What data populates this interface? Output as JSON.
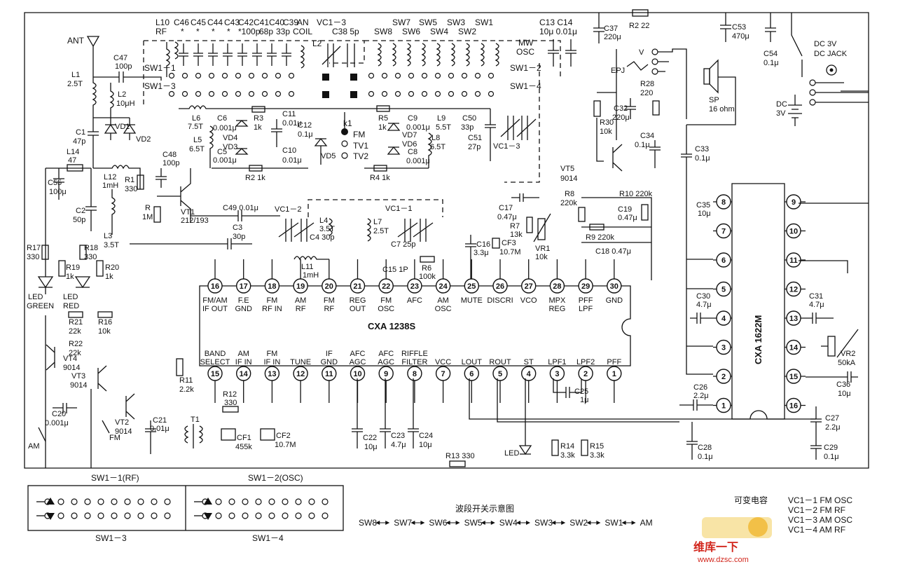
{
  "ic1": {
    "name": "CXA 1238S",
    "pins_top": [
      {
        "n": "16",
        "label": [
          "FM/AM",
          "IF OUT"
        ]
      },
      {
        "n": "17",
        "label": [
          "F.E",
          "GND"
        ]
      },
      {
        "n": "18",
        "label": [
          "FM",
          "RF IN"
        ]
      },
      {
        "n": "19",
        "label": [
          "AM",
          "RF"
        ]
      },
      {
        "n": "20",
        "label": [
          "FM",
          "RF"
        ]
      },
      {
        "n": "21",
        "label": [
          "REG",
          "OUT"
        ]
      },
      {
        "n": "22",
        "label": [
          "FM",
          "OSC"
        ]
      },
      {
        "n": "23",
        "label": [
          "AFC"
        ]
      },
      {
        "n": "24",
        "label": [
          "AM",
          "OSC"
        ]
      },
      {
        "n": "25",
        "label": [
          "MUTE"
        ]
      },
      {
        "n": "26",
        "label": [
          "DISCRI"
        ]
      },
      {
        "n": "27",
        "label": [
          "VCO"
        ]
      },
      {
        "n": "28",
        "label": [
          "MPX",
          "REG"
        ]
      },
      {
        "n": "29",
        "label": [
          "PFF",
          "LPF"
        ]
      },
      {
        "n": "30",
        "label": [
          "GND"
        ]
      }
    ],
    "pins_bottom": [
      {
        "n": "15",
        "label": [
          "BAND",
          "SELECT"
        ]
      },
      {
        "n": "14",
        "label": [
          "AM",
          "IF IN"
        ]
      },
      {
        "n": "13",
        "label": [
          "FM",
          "IF IN"
        ]
      },
      {
        "n": "12",
        "label": [
          "TUNE"
        ]
      },
      {
        "n": "11",
        "label": [
          "IF",
          "GND"
        ]
      },
      {
        "n": "10",
        "label": [
          "AFC",
          "AGC"
        ]
      },
      {
        "n": "9",
        "label": [
          "AFC",
          "AGC"
        ]
      },
      {
        "n": "8",
        "label": [
          "RIFFLE",
          "FILTER"
        ]
      },
      {
        "n": "7",
        "label": [
          "VCC"
        ]
      },
      {
        "n": "6",
        "label": [
          "LOUT"
        ]
      },
      {
        "n": "5",
        "label": [
          "ROUT"
        ]
      },
      {
        "n": "4",
        "label": [
          "ST"
        ]
      },
      {
        "n": "3",
        "label": [
          "LPF1"
        ]
      },
      {
        "n": "2",
        "label": [
          "LPF2"
        ]
      },
      {
        "n": "1",
        "label": [
          "PFF"
        ]
      }
    ]
  },
  "ic2": {
    "name": "CXA 1622M",
    "pins_left": [
      "8",
      "7",
      "6",
      "5",
      "4",
      "3",
      "2",
      "1"
    ],
    "pins_right": [
      "9",
      "10",
      "11",
      "12",
      "13",
      "14",
      "15",
      "16"
    ]
  },
  "labels": {
    "ant": "ANT",
    "l10": [
      "L10",
      "RF"
    ],
    "caps_top": [
      "C46",
      "C45",
      "C44",
      "C43",
      "C42",
      "C41",
      "C40",
      "C39"
    ],
    "caps_top_vals": [
      "*",
      "*",
      "*",
      "*",
      "*100p",
      "68p",
      "33p"
    ],
    "an_coil": [
      "AN",
      "COIL"
    ],
    "vc13": "VC1－3",
    "c38": "C38 5p",
    "sw_top_a": [
      "SW7",
      "SW5",
      "SW3",
      "SW1"
    ],
    "sw_top_b": [
      "SW8",
      "SW6",
      "SW4",
      "SW2"
    ],
    "mw_osc": [
      "MW",
      "OSC"
    ],
    "c13c14": [
      "C13 C14",
      "10μ 0.01μ"
    ],
    "c37": [
      "C37",
      "220μ"
    ],
    "r2": "R2 22",
    "c53": [
      "C53",
      "470μ"
    ],
    "c54": [
      "C54",
      "0.1μ"
    ],
    "dc_jack": [
      "DC 3V",
      "DC JACK"
    ],
    "dc": [
      "DC",
      "3V"
    ],
    "sw11": "SW1－1",
    "sw13": "SW1－3",
    "sw12": "SW1－2",
    "sw14": "SW1－4",
    "c47": [
      "C47",
      "100p"
    ],
    "l1": [
      "L1",
      "2.5T"
    ],
    "l2": [
      "L2",
      "10μH"
    ],
    "vd1": "VD1",
    "vd2": "VD2",
    "c1": [
      "C1",
      "47p"
    ],
    "l14": [
      "L14",
      "47"
    ],
    "c55": [
      "C55",
      "100μ"
    ],
    "l12": [
      "L12",
      "1mH"
    ],
    "c2": [
      "C2",
      "50p"
    ],
    "l3": [
      "L3",
      "3.5T"
    ],
    "r1": [
      "R1",
      "330"
    ],
    "r": [
      "R",
      "1M"
    ],
    "vt1": [
      "VT1",
      "212/193"
    ],
    "c48": [
      "C48",
      "100p"
    ],
    "l6": [
      "L6",
      "7.5T"
    ],
    "l5": [
      "L5",
      "6.5T"
    ],
    "c6": [
      "C6",
      "0.001μ"
    ],
    "c5": [
      "C5",
      "0.001μ"
    ],
    "vd4": "VD4",
    "vd3": "VD3",
    "r3": [
      "R3",
      "1k"
    ],
    "c11": [
      "C11",
      "0.01μ"
    ],
    "c10": [
      "C10",
      "0.01μ"
    ],
    "c12": [
      "C12",
      "0.1μ"
    ],
    "vd5": "VD5",
    "r2b": "R2 1k",
    "k1": "k1",
    "fm": "FM",
    "tv1": "TV1",
    "tv2": "TV2",
    "r5": [
      "R5",
      "1k"
    ],
    "c9": [
      "C9",
      "0.001μ"
    ],
    "vd7": "VD7",
    "vd6": "VD6",
    "c8": [
      "C8",
      "0.001μ"
    ],
    "r4": "R4 1k",
    "l9": [
      "L9",
      "5.5T"
    ],
    "l8": [
      "L8",
      "6.5T"
    ],
    "c50": [
      "C50",
      "33p"
    ],
    "c51": [
      "C51",
      "27p"
    ],
    "vc13b": "VC1－3",
    "vt5": [
      "VT5",
      "9014"
    ],
    "c49": "C49  0.01μ",
    "vc12": "VC1－2",
    "l4": [
      "L4",
      "3.5T"
    ],
    "c4": "C4 30p",
    "c3": [
      "C3",
      "30p"
    ],
    "l11": [
      "L11",
      "1mH"
    ],
    "vc11": "VC1－1",
    "l7": [
      "L7",
      "2.5T"
    ],
    "c7": "C7 25p",
    "c15": "C15 1P",
    "r6": [
      "R6",
      "100k"
    ],
    "c16": [
      "C16",
      "3.3μ"
    ],
    "c17": [
      "C17",
      "0.47μ"
    ],
    "cf3": [
      "CF3",
      "10.7M"
    ],
    "r7": [
      "R7",
      "13k"
    ],
    "vr1": [
      "VR1",
      "10k"
    ],
    "r8": [
      "R8",
      "220k"
    ],
    "r10": "R10 220k",
    "c19": [
      "C19",
      "0.47μ"
    ],
    "r9": "R9 220k",
    "c18": "C18 0.47μ",
    "epj": "EPJ",
    "v": "V",
    "r28": [
      "R28",
      "220"
    ],
    "sp": [
      "SP",
      "16 ohm"
    ],
    "r30": [
      "R30",
      "10k"
    ],
    "c32": [
      "C32",
      "220μ"
    ],
    "c34": [
      "C34",
      "0.1μ"
    ],
    "c33": [
      "C33",
      "0.1μ"
    ],
    "c35": [
      "C35",
      "10μ"
    ],
    "c30": [
      "C30",
      "4.7μ"
    ],
    "c31": [
      "C31",
      "4.7μ"
    ],
    "vr2": [
      "VR2",
      "50kA"
    ],
    "c36": [
      "C36",
      "10μ"
    ],
    "c26": [
      "C26",
      "2.2μ"
    ],
    "c27": [
      "C27",
      "2.2μ"
    ],
    "c28": [
      "C28",
      "0.1μ"
    ],
    "c29": [
      "C29",
      "0.1μ"
    ],
    "r17": [
      "R17",
      "330"
    ],
    "r18": [
      "R18",
      "330"
    ],
    "r19": [
      "R19",
      "1k"
    ],
    "r20": [
      "R20",
      "1k"
    ],
    "led_green": [
      "LED",
      "GREEN"
    ],
    "led_red": [
      "LED",
      "RED"
    ],
    "r21": [
      "R21",
      "22k"
    ],
    "r16": [
      "R16",
      "10k"
    ],
    "r22": [
      "R22",
      "22k"
    ],
    "vt4": [
      "VT4",
      "9014"
    ],
    "vt3": [
      "VT3",
      "9014"
    ],
    "vt2": [
      "VT2",
      "9014"
    ],
    "c20": [
      "C20",
      "0.001μ"
    ],
    "am": "AM",
    "fm_sw": "FM",
    "r11": [
      "R11",
      "2.2k"
    ],
    "r12": [
      "R12",
      "330"
    ],
    "c21": [
      "C21",
      "0.01μ"
    ],
    "t1": "T1",
    "cf1": [
      "CF1",
      "455k"
    ],
    "cf2": [
      "CF2",
      "10.7M"
    ],
    "c22": [
      "C22",
      "10μ"
    ],
    "c23": [
      "C23",
      "4.7μ"
    ],
    "c24": [
      "C24",
      "10μ"
    ],
    "c25": [
      "C25",
      "1μ"
    ],
    "r13": "R13 330",
    "led": "LED",
    "r14": [
      "R14",
      "3.3k"
    ],
    "r15": [
      "R15",
      "3.3k"
    ]
  },
  "bottom": {
    "sw11_rf": "SW1－1(RF)",
    "sw12_osc": "SW1－2(OSC)",
    "sw13": "SW1－3",
    "sw14": "SW1－4",
    "band_title": "波段开关示意图",
    "band_seq": [
      "SW8",
      "SW7",
      "SW6",
      "SW5",
      "SW4",
      "SW3",
      "SW2",
      "SW1",
      "AM"
    ],
    "varcap_title": "可变电容",
    "varcap_list": [
      "VC1－1 FM OSC",
      "VC1－2 FM RF",
      "VC1－3 AM OSC",
      "VC1－4 AM RF"
    ],
    "watermark": [
      "维库一下",
      "www.dzsc.com"
    ]
  }
}
